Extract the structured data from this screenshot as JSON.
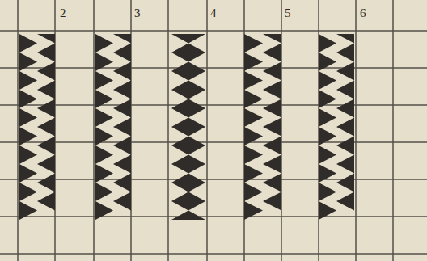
{
  "diagram": {
    "labels": [
      "2",
      "3",
      "4",
      "5",
      "6"
    ]
  }
}
